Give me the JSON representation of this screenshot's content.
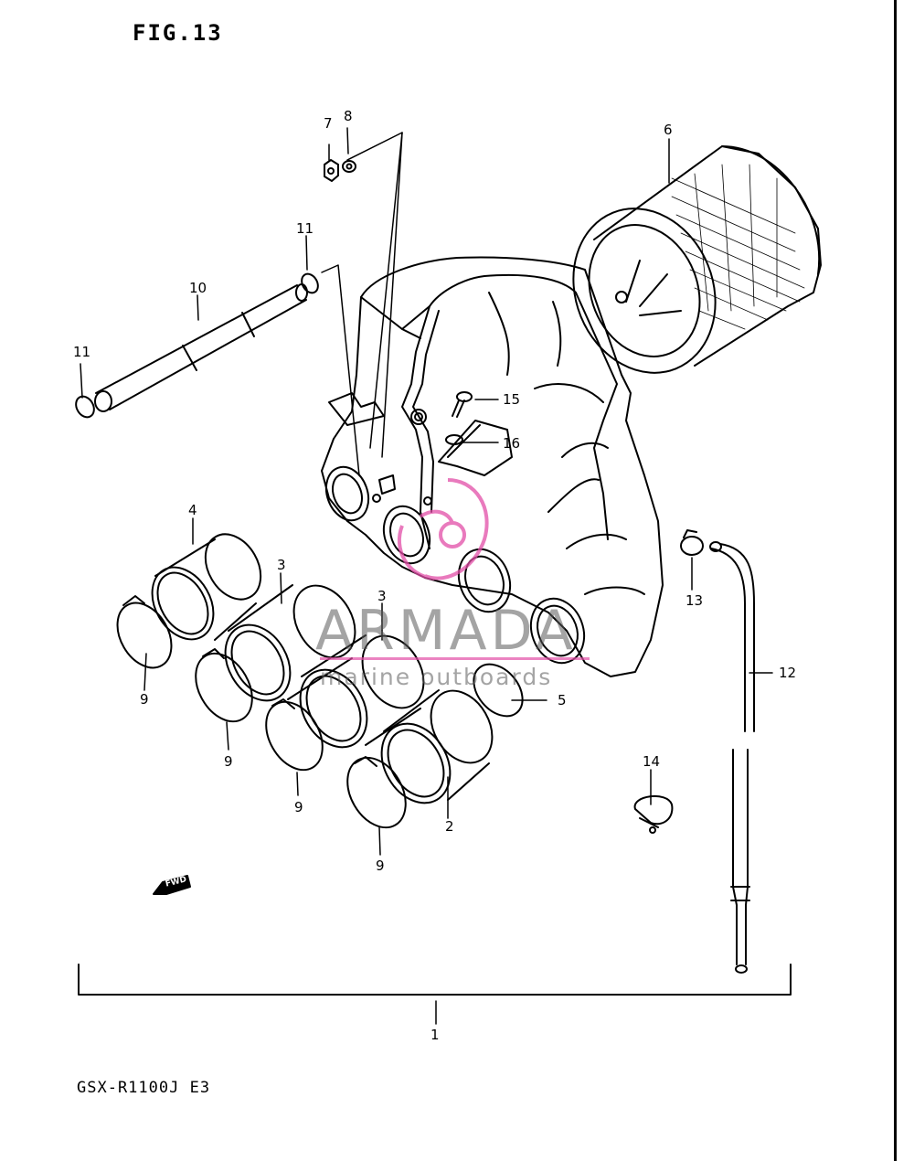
{
  "figure_title": "FIG.13",
  "model": "GSX-R1100J E3",
  "fwd_label": "FWD",
  "watermark": {
    "brand": "ARMADA",
    "tagline": "marine outboards",
    "accent_color": "#e24ea7"
  },
  "callouts": [
    {
      "id": "c7",
      "text": "7"
    },
    {
      "id": "c8",
      "text": "8"
    },
    {
      "id": "c6",
      "text": "6"
    },
    {
      "id": "c11a",
      "text": "11"
    },
    {
      "id": "c10",
      "text": "10"
    },
    {
      "id": "c11b",
      "text": "11"
    },
    {
      "id": "c15",
      "text": "15"
    },
    {
      "id": "c16",
      "text": "16"
    },
    {
      "id": "c4",
      "text": "4"
    },
    {
      "id": "c3a",
      "text": "3"
    },
    {
      "id": "c3b",
      "text": "3"
    },
    {
      "id": "c13",
      "text": "13"
    },
    {
      "id": "c12",
      "text": "12"
    },
    {
      "id": "c5",
      "text": "5"
    },
    {
      "id": "c9a",
      "text": "9"
    },
    {
      "id": "c9b",
      "text": "9"
    },
    {
      "id": "c9c",
      "text": "9"
    },
    {
      "id": "c2",
      "text": "2"
    },
    {
      "id": "c14",
      "text": "14"
    },
    {
      "id": "c9d",
      "text": "9"
    },
    {
      "id": "c1",
      "text": "1"
    }
  ]
}
